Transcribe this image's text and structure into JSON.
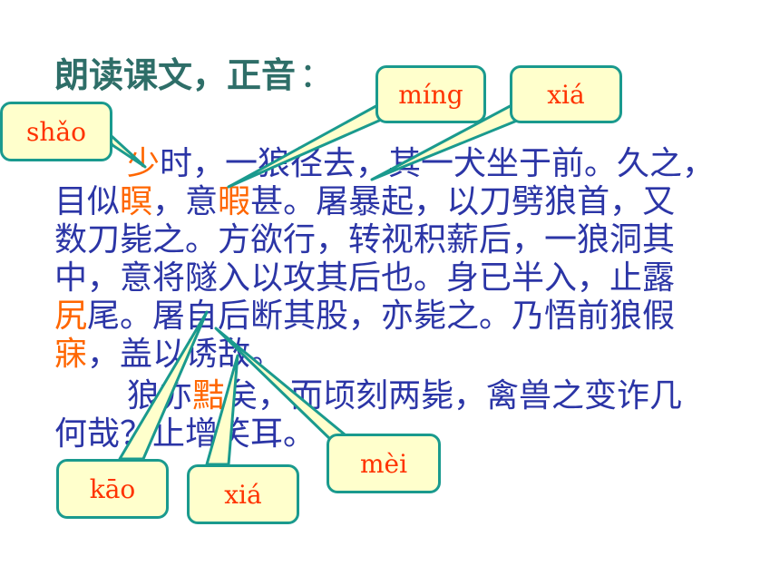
{
  "title": {
    "text": "朗读课文，正音",
    "colon": "："
  },
  "paragraph1": {
    "l1": [
      {
        "t": "少",
        "hl": true
      },
      {
        "t": "时，一狼径去，其一犬坐于前。久之，",
        "hl": false
      }
    ],
    "l2": [
      {
        "t": "目似",
        "hl": false
      },
      {
        "t": "瞑",
        "hl": true
      },
      {
        "t": "，意",
        "hl": false
      },
      {
        "t": "暇",
        "hl": true
      },
      {
        "t": "甚。屠暴起，以刀劈狼首，又",
        "hl": false
      }
    ],
    "l3": [
      {
        "t": "数刀毙之。方欲行，转视积薪后，一狼洞其",
        "hl": false
      }
    ],
    "l4": [
      {
        "t": "中，意将隧入以攻其后也。身已半入，止露",
        "hl": false
      }
    ],
    "l5": [
      {
        "t": "尻",
        "hl": true
      },
      {
        "t": "尾。屠自后断其股，亦毙之。乃悟前狼假",
        "hl": false
      }
    ],
    "l6": [
      {
        "t": "寐",
        "hl": true
      },
      {
        "t": "，盖以诱敌。",
        "hl": false
      }
    ]
  },
  "paragraph2": {
    "l1": [
      {
        "t": "狼亦",
        "hl": false
      },
      {
        "t": "黠",
        "hl": true
      },
      {
        "t": "矣，而顷刻两毙，禽兽之变诈几",
        "hl": false
      }
    ],
    "l2": [
      {
        "t": "何哉？止增笑耳。",
        "hl": false
      }
    ]
  },
  "callouts": {
    "shao": "shǎo",
    "ming": "míng",
    "xia_top": "xiá",
    "kao": "kāo",
    "xia_bottom": "xiá",
    "mei": "mèi"
  },
  "colors": {
    "title": "#2e6e68",
    "body_text": "#2b35a6",
    "highlight": "#ff6600",
    "pinyin": "#ff3300",
    "callout_fill": "#ffffcc",
    "callout_border": "#1a9a8e"
  }
}
